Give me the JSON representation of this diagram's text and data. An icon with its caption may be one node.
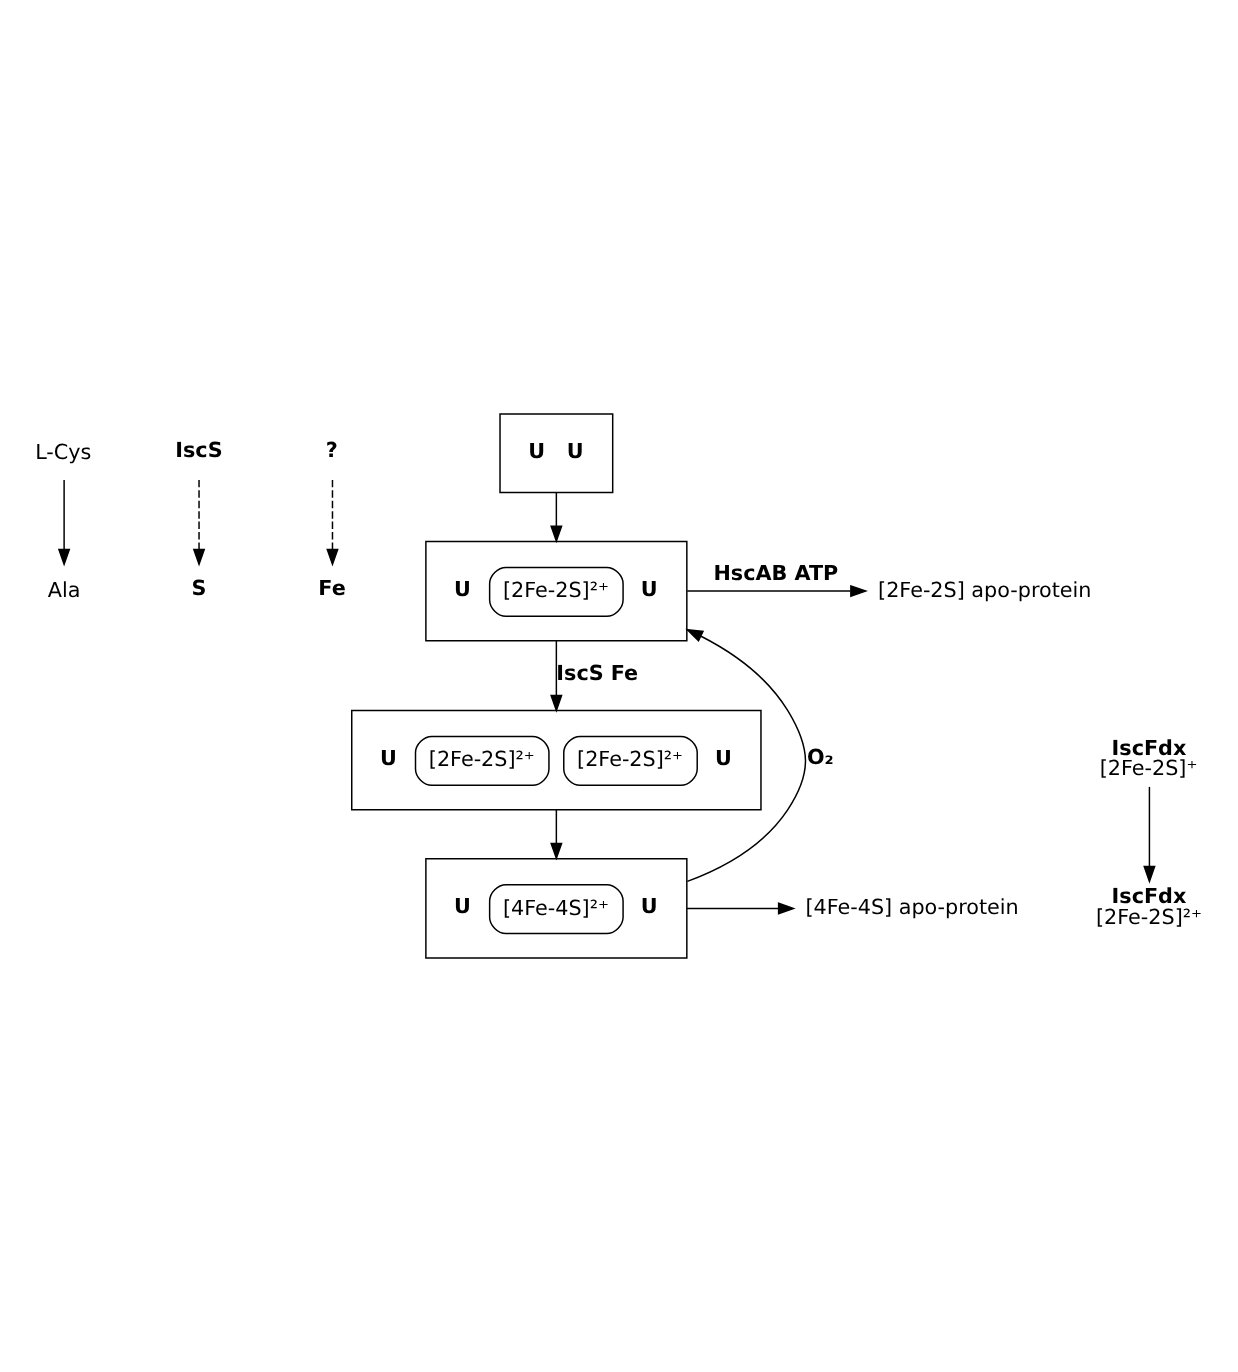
{
  "diagram": {
    "nodes": [
      {
        "text": [
          "L-Cys"
        ]
      },
      {
        "text": [
          "Ala"
        ]
      },
      {
        "text": [
          "IscS"
        ]
      },
      {
        "text": [
          "?"
        ]
      },
      {
        "text": [
          "S"
        ]
      },
      {
        "text": [
          "Fe"
        ]
      },
      {
        "text": [
          "U",
          "U"
        ]
      },
      {
        "text": [
          "U",
          "[2Fe-2S]²⁺",
          "U"
        ]
      },
      {
        "text": [
          "U",
          "[2Fe-2S]²⁺",
          "[2Fe-2S]²⁺",
          "U"
        ]
      },
      {
        "text": [
          "U",
          "[4Fe-4S]²⁺",
          "U"
        ]
      },
      {
        "text": [
          "[2Fe-2S] apo-protein"
        ]
      },
      {
        "text": [
          "[4Fe-4S] apo-protein"
        ]
      },
      {
        "text": [
          "IscFdx",
          "[2Fe-2S]⁺"
        ]
      },
      {
        "text": [
          "IscFdx",
          "[2Fe-2S]²⁺"
        ]
      }
    ],
    "edges": [
      {
        "from": 0,
        "to": 1,
        "arrow": "to"
      },
      {
        "from": 2,
        "to": 4,
        "arrow": "to",
        "style": "dashed"
      },
      {
        "from": 3,
        "to": 5,
        "arrow": "to",
        "style": "dashed"
      },
      {
        "from": 6,
        "to": 7,
        "arrow": "to"
      },
      {
        "from": 7,
        "to": 10,
        "arrow": "to",
        "label": "HscAB ATP"
      },
      {
        "from": 7,
        "to": 8,
        "arrow": "to",
        "label": "IscS Fe"
      },
      {
        "from": 8,
        "to": 9,
        "arrow": "to"
      },
      {
        "from": 12,
        "to": 13,
        "arrow": "to"
      },
      {
        "from": 9,
        "to": 11,
        "arrow": "to"
      },
      {
        "from": 9,
        "to": 7,
        "arrow": "to",
        "label": "O₂"
      }
    ]
  }
}
